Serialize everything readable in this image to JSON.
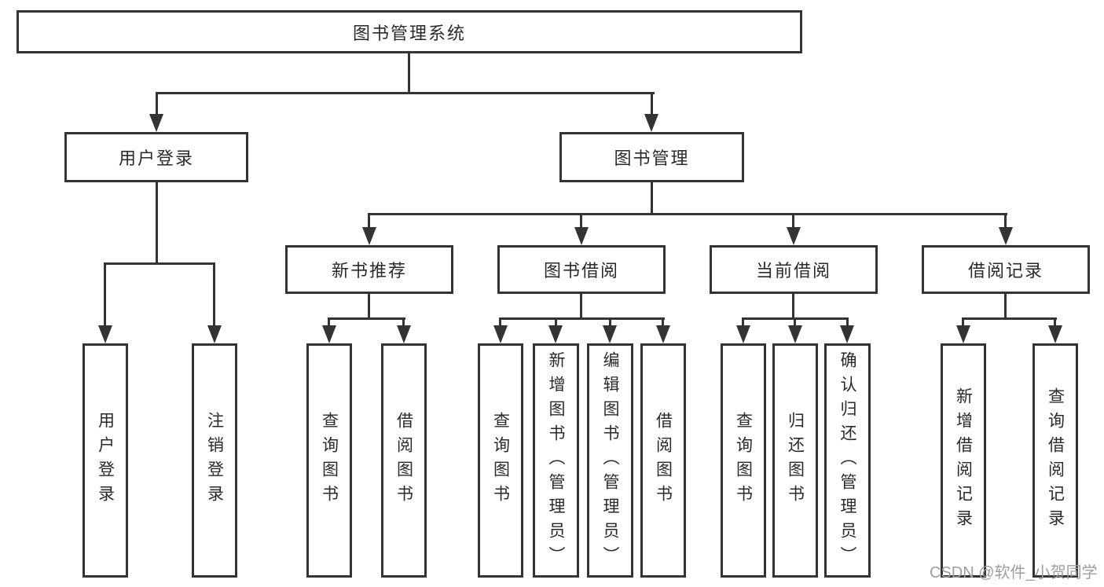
{
  "diagram": {
    "title": "图书管理系统",
    "tree": {
      "root": {
        "label": "图书管理系统"
      },
      "branches": [
        {
          "label": "用户登录",
          "children": [
            {
              "label": "用户登录"
            },
            {
              "label": "注销登录"
            }
          ]
        },
        {
          "label": "图书管理",
          "children": [
            {
              "label": "新书推荐",
              "children": [
                {
                  "label": "查询图书"
                },
                {
                  "label": "借阅图书"
                }
              ]
            },
            {
              "label": "图书借阅",
              "children": [
                {
                  "label": "查询图书"
                },
                {
                  "label": "新增图书（管理员）"
                },
                {
                  "label": "编辑图书（管理员）"
                },
                {
                  "label": "借阅图书"
                }
              ]
            },
            {
              "label": "当前借阅",
              "children": [
                {
                  "label": "查询图书"
                },
                {
                  "label": "归还图书"
                },
                {
                  "label": "确认归还（管理员）"
                }
              ]
            },
            {
              "label": "借阅记录",
              "children": [
                {
                  "label": "新增借阅记录"
                },
                {
                  "label": "查询借阅记录"
                }
              ]
            }
          ]
        }
      ]
    }
  },
  "watermark": {
    "text": "CSDN @软件_小贺同学"
  },
  "colors": {
    "line": "#343434",
    "node_border": "#343434",
    "node_text": "#2a2a2a",
    "watermark_text": "#9e9e9e",
    "background": "#ffffff"
  }
}
